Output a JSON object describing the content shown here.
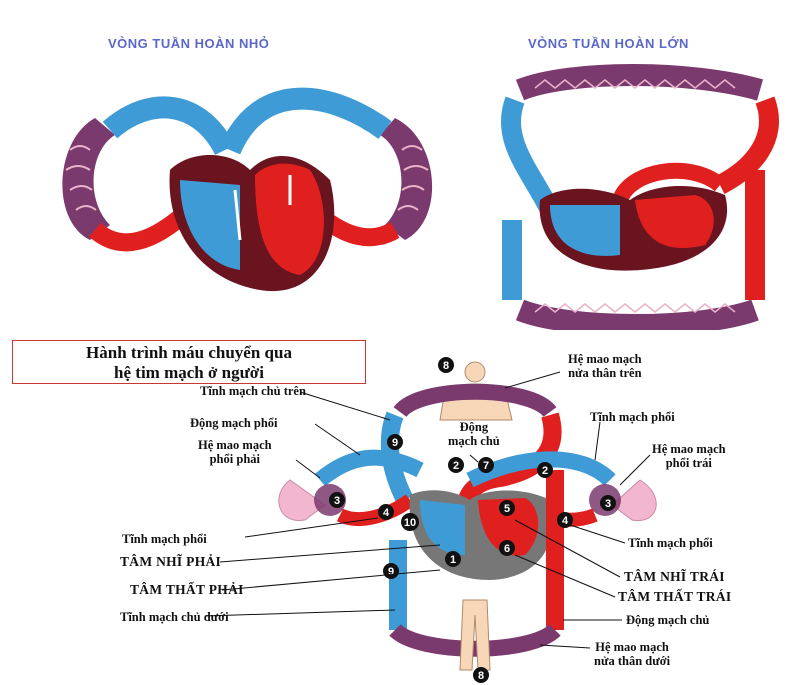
{
  "panels": {
    "small_circulation": {
      "title": "VÒNG TUẦN HOÀN NHỎ"
    },
    "large_circulation": {
      "title": "VÒNG TUẦN HOÀN LỚN"
    }
  },
  "journey": {
    "title_line1": "Hành trình máu chuyển qua",
    "title_line2": "hệ tim mạch ở người"
  },
  "labels": {
    "he_mao_mach_nua_than_tren_1": "Hệ mao mạch",
    "he_mao_mach_nua_than_tren_2": "nửa thân trên",
    "tinh_mach_chu_tren": "Tĩnh mạch chủ trên",
    "dong_mach_phoi": "Động mạch phổi",
    "tinh_mach_phoi_top": "Tĩnh mạch phổi",
    "he_mao_mach_phoi_phai_1": "Hệ mao mạch",
    "he_mao_mach_phoi_phai_2": "phổi phải",
    "dong_mach_chu_top_1": "Động",
    "dong_mach_chu_top_2": "mạch chủ",
    "he_mao_mach_phoi_trai_1": "Hệ mao mạch",
    "he_mao_mach_phoi_trai_2": "phổi trái",
    "tinh_mach_phoi_left": "Tĩnh mạch phổi",
    "tinh_mach_phoi_right": "Tĩnh mạch phổi",
    "tam_nhi_phai": "TÂM NHĨ PHẢI",
    "tam_nhi_trai": "TÂM NHĨ TRÁI",
    "tam_that_phai": "TÂM THẤT PHẢI",
    "tam_that_trai": "TÂM THẤT TRÁI",
    "tinh_mach_chu_duoi": "Tĩnh mạch chủ dưới",
    "dong_mach_chu_bottom": "Động mạch chủ",
    "he_mao_mach_nua_than_duoi_1": "Hệ mao mạch",
    "he_mao_mach_nua_than_duoi_2": "nửa thân dưới"
  },
  "markers": [
    "8",
    "9",
    "2",
    "7",
    "2",
    "3",
    "3",
    "4",
    "10",
    "5",
    "4",
    "1",
    "6",
    "9",
    "8"
  ],
  "colors": {
    "deoxygenated": "#3f9bd6",
    "oxygenated": "#e0201e",
    "dark_muscle": "#6a1420",
    "capillary": "#7b3a6e",
    "caption": "#5b67c9",
    "marker": "#111111"
  }
}
